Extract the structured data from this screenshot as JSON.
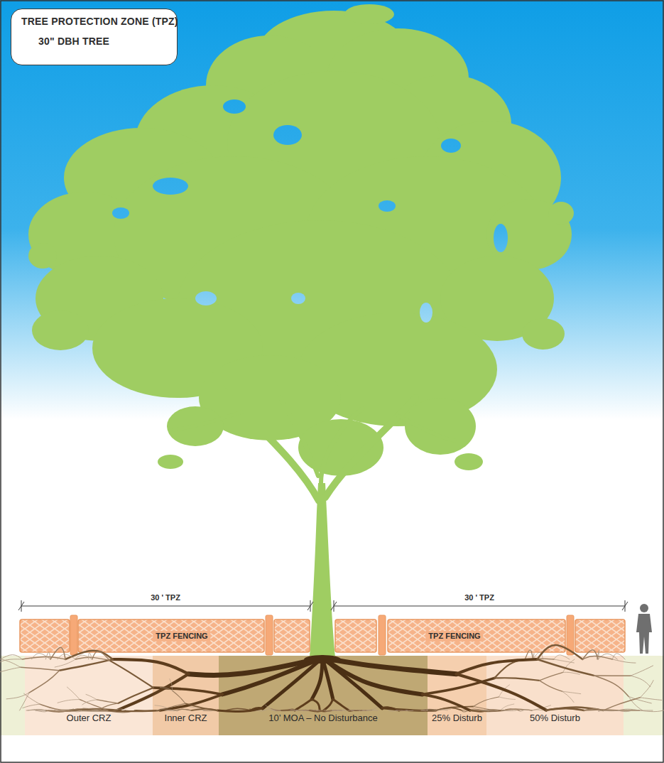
{
  "diagram": {
    "nodes": [
      {
        "text": [
          "TREE PROTECTION ZONE (TPZ)",
          "30\" DBH TREE"
        ]
      },
      {
        "text": [
          "Outer CRZ"
        ]
      },
      {
        "text": [
          "Inner CRZ"
        ]
      },
      {
        "text": [
          "10’ MOA – No Disturbance"
        ]
      },
      {
        "text": [
          "25% Disturb"
        ]
      },
      {
        "text": [
          "50% Disturb"
        ]
      }
    ],
    "labels": [
      "30 ' TPZ",
      "30 ' TPZ",
      "TPZ FENCING",
      "TPZ FENCING"
    ]
  }
}
